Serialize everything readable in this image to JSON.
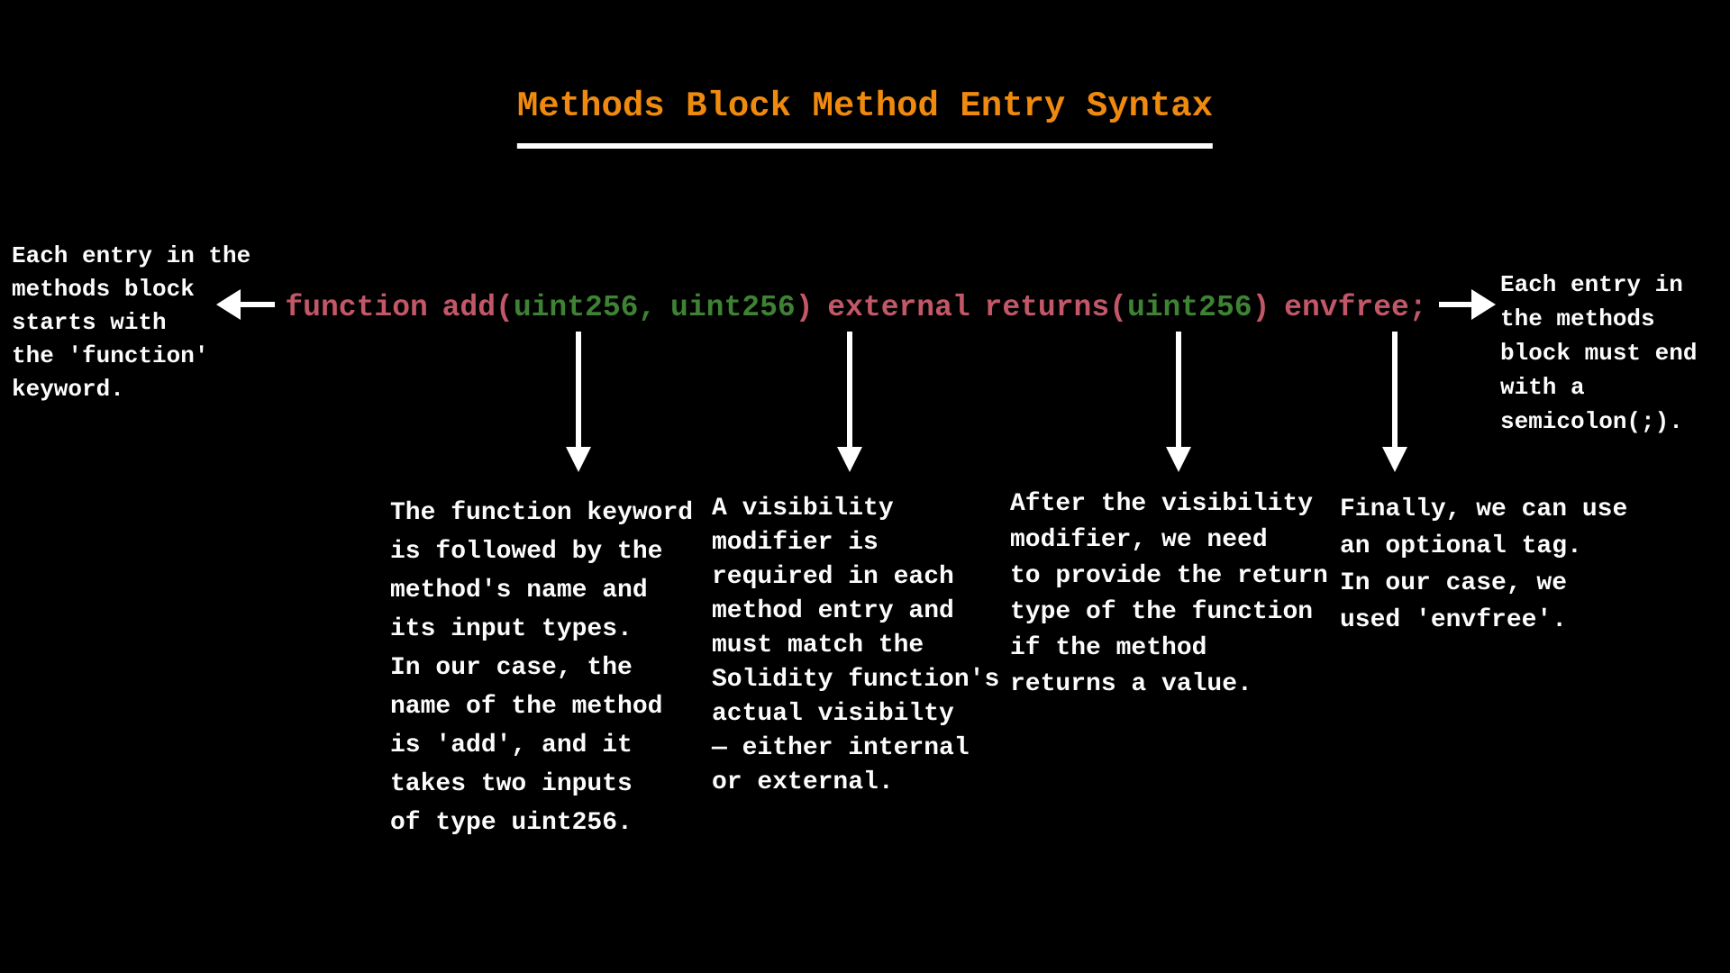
{
  "colors": {
    "background": "#000000",
    "title_orange": "#EF8A0E",
    "code_red": "#C25767",
    "code_green": "#3E8234",
    "text_white": "#FCFCFC",
    "arrow_white": "#FFFFFF"
  },
  "title": {
    "text": "Methods Block Method Entry Syntax"
  },
  "code": {
    "full_text": "function add(uint256, uint256) external returns(uint256) envfree;",
    "segments": [
      {
        "text": "function add(",
        "color": "#C25767"
      },
      {
        "text": "uint256, uint256",
        "color": "#3E8234"
      },
      {
        "text": ") external returns(",
        "color": "#C25767"
      },
      {
        "text": "uint256",
        "color": "#3E8234"
      },
      {
        "text": ") envfree;",
        "color": "#C25767"
      }
    ]
  },
  "annotations": {
    "left": {
      "text": "Each entry in the\nmethods block\nstarts with\nthe 'function'\nkeyword."
    },
    "right": {
      "text": "Each entry in\nthe methods\nblock must end\nwith a\nsemicolon(;)."
    },
    "method_name": {
      "text": "The function keyword\nis followed by the\nmethod's name and\nits input types.\nIn our case, the\nname of the method\nis 'add', and it\ntakes two inputs\nof type uint256."
    },
    "visibility": {
      "text": "A visibility\nmodifier is\nrequired in each\nmethod entry and\nmust match the\nSolidity function's\nactual visibilty\n— either internal\nor external."
    },
    "return_type": {
      "text": "After the visibility\nmodifier, we need\nto provide the return\ntype of the function\nif the method\nreturns a value."
    },
    "optional_tag": {
      "text": "Finally, we can use\nan optional tag.\nIn our case, we\nused 'envfree'."
    }
  },
  "icons": {
    "arrow_left": "left-pointing white arrow",
    "arrow_right": "right-pointing white arrow",
    "arrow_down": "down-pointing white arrow",
    "arrow_down_count": 4
  }
}
